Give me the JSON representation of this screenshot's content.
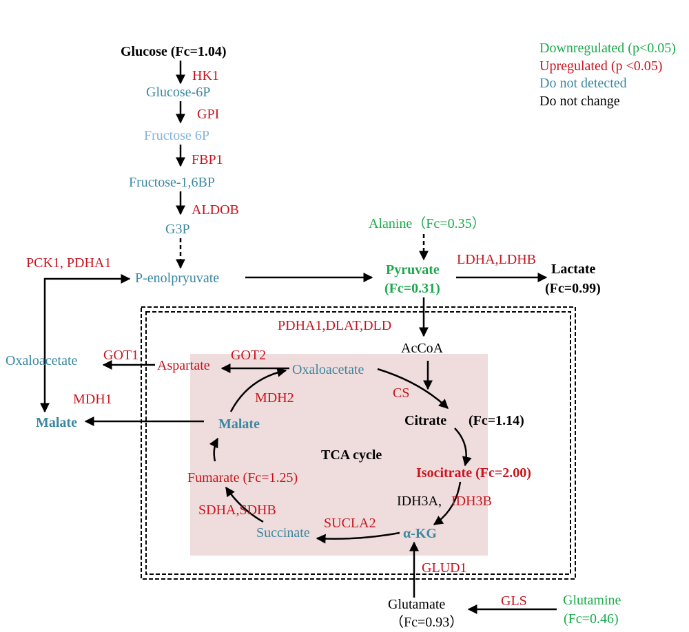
{
  "colors": {
    "down": "#1aaa4b",
    "up": "#c8141e",
    "not_detected": "#3a87a0",
    "not_detected_light": "#86b3d9",
    "no_change": "#000000",
    "tca_box_fill": "#efdcdc"
  },
  "legend": {
    "down": "Downregulated  (p<0.05)",
    "up": "Upregulated (p <0.05)",
    "not_detected": "Do not detected",
    "no_change": "Do not change"
  },
  "glycolysis": {
    "glucose": "Glucose (Fc=1.04)",
    "hk1": "HK1",
    "glucose6p": "Glucose-6P",
    "gpi": "GPI",
    "fructose6p": "Fructose 6P",
    "fbp1": "FBP1",
    "fructose16bp": "Fructose-1,6BP",
    "aldob": "ALDOB",
    "g3p": "G3P",
    "penol": "P-enolpryuvate",
    "pck1_pdha1": "PCK1, PDHA1"
  },
  "pyruvate_branch": {
    "alanine": "Alanine（Fc=0.35）",
    "pyruvate": "Pyruvate",
    "pyruvate_fc": "(Fc=0.31)",
    "ldh": "LDHA,LDHB",
    "lactate": "Lactate",
    "lactate_fc": "(Fc=0.99)",
    "pdh_complex": "PDHA1,DLAT,DLD",
    "acetyl_coa": "AcCoA"
  },
  "anaplerosis": {
    "oxaloacetate_out": "Oxaloacetate",
    "got1": "GOT1",
    "aspartate": "Aspartate",
    "got2": "GOT2",
    "mdh1": "MDH1",
    "malate_out": "Malate"
  },
  "tca": {
    "title": "TCA cycle",
    "oxaloacetate": "Oxaloacetate",
    "cs": "CS",
    "citrate": "Citrate",
    "citrate_fc": "(Fc=1.14)",
    "isocitrate": "Isocitrate (Fc=2.00)",
    "idh3a": "IDH3A,",
    "idh3b": "IDH3B",
    "akg": "α-KG",
    "sucla2": "SUCLA2",
    "succinate": "Succinate",
    "sdh": "SDHA,SDHB",
    "fumarate": "Fumarate (Fc=1.25)",
    "mdh2": "MDH2",
    "malate": "Malate"
  },
  "glutaminolysis": {
    "glud1": "GLUD1",
    "glutamate": "Glutamate",
    "glutamate_fc": "（Fc=0.93）",
    "gls": "GLS",
    "glutamine": "Glutamine",
    "glutamine_fc": "(Fc=0.46)"
  }
}
